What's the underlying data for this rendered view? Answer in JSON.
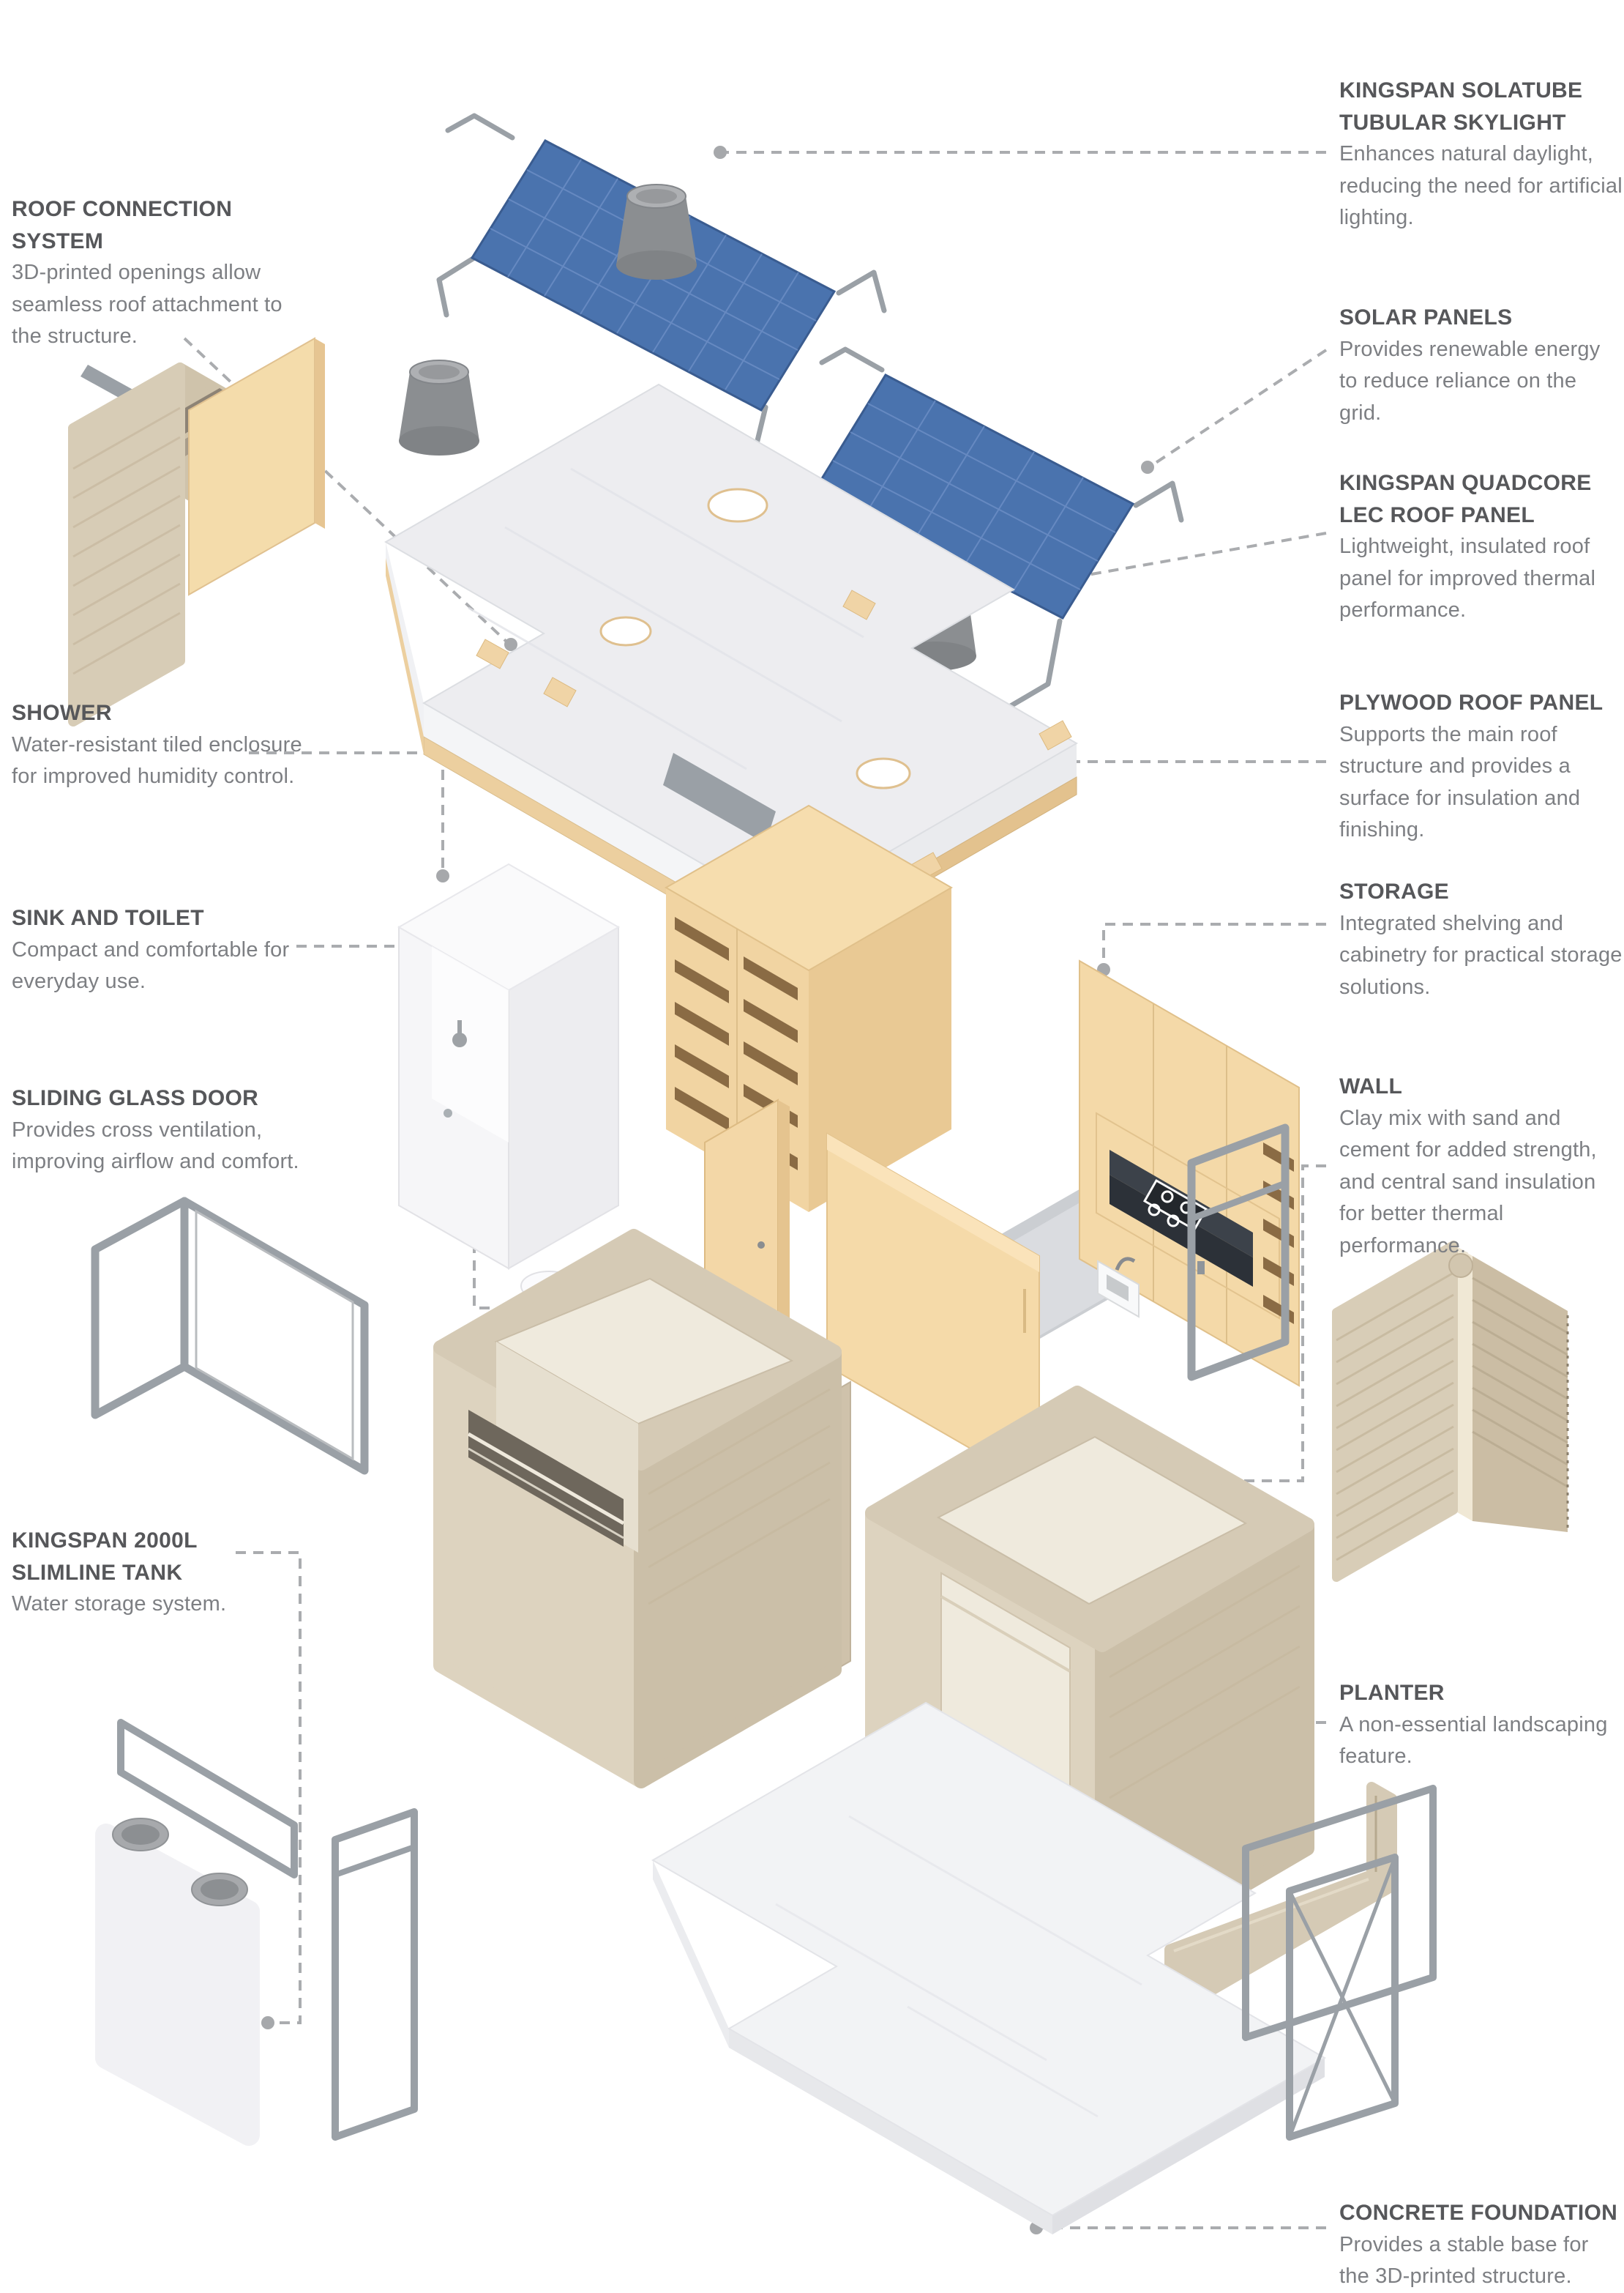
{
  "page": {
    "background": "#ffffff",
    "kind": "exploded-axonometric-architecture-diagram"
  },
  "colors": {
    "label_title": "#56575a",
    "label_body": "#7d7f83",
    "leader_line": "#aaacaf",
    "solar_panel_blue": "#4a73ae",
    "metal_gray": "#9aa0a6",
    "wood_light": "#f5dcab",
    "wood_mid": "#f0d19e",
    "wood_dark": "#e9c994",
    "printed_clay_top": "#d5cab5",
    "printed_clay_light": "#ddd3bf",
    "printed_clay_dark": "#cbbfa8",
    "concrete_white": "#f2f3f5",
    "counter_dark": "#3c424a"
  },
  "labels": {
    "left": [
      {
        "id": "roof-connection-system",
        "title": "ROOF CONNECTION SYSTEM",
        "body": "3D-printed openings allow seamless roof attachment to the structure."
      },
      {
        "id": "shower",
        "title": "SHOWER",
        "body": "Water-resistant tiled enclosure for improved humidity control."
      },
      {
        "id": "sink-and-toilet",
        "title": "SINK AND TOILET",
        "body": "Compact and comfortable for everyday use."
      },
      {
        "id": "sliding-glass-door",
        "title": "SLIDING GLASS DOOR",
        "body": "Provides cross ventilation, improving airflow and comfort."
      },
      {
        "id": "kingspan-2000l-slimline-tank",
        "title": "KINGSPAN 2000L SLIMLINE TANK",
        "body": "Water storage system."
      }
    ],
    "right": [
      {
        "id": "kingspan-solatube-tubular-skylight",
        "title": "KINGSPAN SOLATUBE TUBULAR SKYLIGHT",
        "body": "Enhances natural daylight, reducing the need for artificial lighting."
      },
      {
        "id": "solar-panels",
        "title": "SOLAR PANELS",
        "body": "Provides renewable energy to reduce reliance on the grid."
      },
      {
        "id": "kingspan-quadcore-lec-roof-panel",
        "title": "KINGSPAN QUADCORE LEC ROOF PANEL",
        "body": "Lightweight, insulated roof panel for improved thermal performance."
      },
      {
        "id": "plywood-roof-panel",
        "title": "PLYWOOD ROOF PANEL",
        "body": "Supports the main roof structure and provides a surface for insulation and finishing."
      },
      {
        "id": "storage",
        "title": "STORAGE",
        "body": "Integrated shelving and cabinetry for practical storage solutions."
      },
      {
        "id": "wall",
        "title": "WALL",
        "body": "Clay mix with sand and cement for added strength, and central sand insulation for better thermal performance."
      },
      {
        "id": "planter",
        "title": "PLANTER",
        "body": "A non-essential landscaping feature."
      },
      {
        "id": "concrete-foundation",
        "title": "CONCRETE FOUNDATION",
        "body": "Provides a stable base for the 3D-printed structure."
      }
    ]
  },
  "diagram_parts": [
    "tubular-skylight-cylinders",
    "solar-panel-array-single",
    "solar-panel-array-double",
    "quadcore-roof-slab",
    "plywood-roof-edge",
    "storage-shelving-unit",
    "shower-enclosure",
    "interior-door-panel",
    "toilet",
    "sink",
    "kitchen-module",
    "wall-module-left",
    "wall-module-right",
    "interior-partition-walls",
    "planter-wall",
    "concrete-foundation-slab",
    "wall-corner-sample",
    "sliding-glass-door-frames",
    "window-frame-sample",
    "water-tank",
    "door-frame-sample",
    "glass-door-frame-right",
    "wall-cross-section-sample",
    "frame-samples-bottom-right"
  ]
}
